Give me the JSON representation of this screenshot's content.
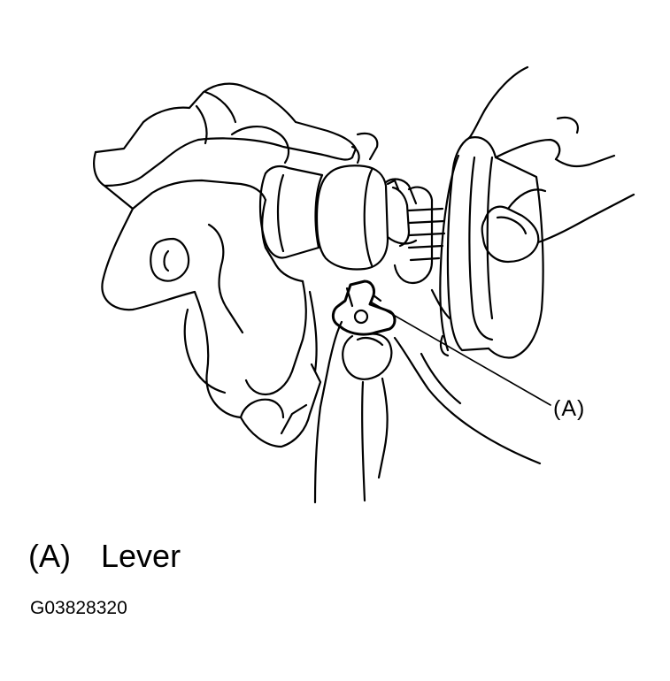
{
  "diagram": {
    "callout_label": "(A)",
    "legend": {
      "key": "(A)",
      "name": "Lever"
    },
    "figure_code": "G03828320"
  }
}
